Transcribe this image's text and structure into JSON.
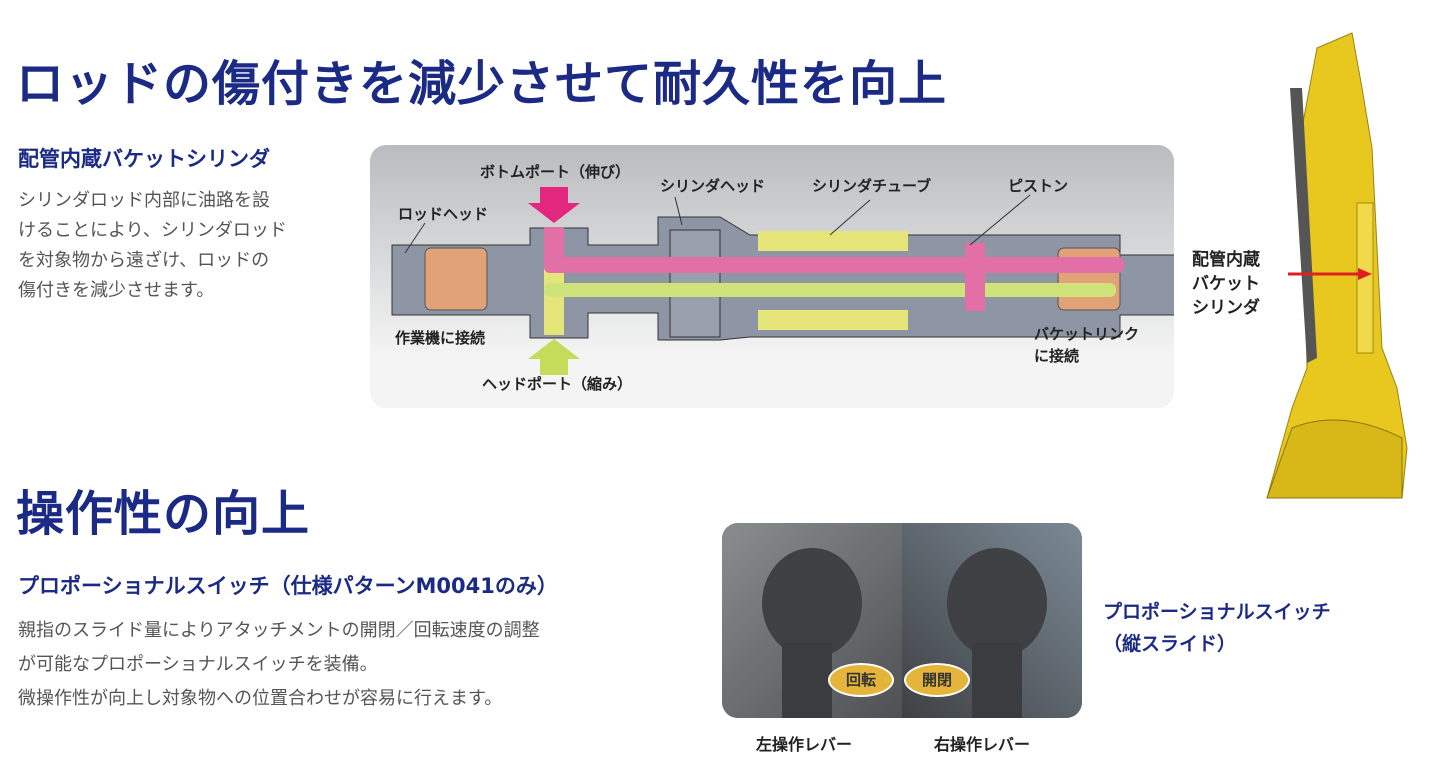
{
  "section1": {
    "title": "ロッドの傷付きを減少させて耐久性を向上",
    "subtitle": "配管内蔵バケットシリンダ",
    "body_lines": [
      "シリンダロッド内部に油路を設",
      "けることにより、シリンダロッド",
      "を対象物から遠ざけ、ロッドの",
      "傷付きを減少させます。"
    ],
    "diagram_labels": {
      "bottom_port": "ボトムポート（伸び）",
      "rod_head": "ロッドヘッド",
      "cylinder_head": "シリンダヘッド",
      "cylinder_tube": "シリンダチューブ",
      "piston": "ピストン",
      "work_machine": "作業機に接続",
      "head_port": "ヘッドポート（縮み）",
      "bucket_link_1": "バケットリンク",
      "bucket_link_2": "に接続"
    },
    "excavator_label": [
      "配管内蔵",
      "バケット",
      "シリンダ"
    ]
  },
  "section2": {
    "title": "操作性の向上",
    "subtitle": "プロポーショナルスイッチ（仕様パターンM0041のみ）",
    "body_lines": [
      "親指のスライド量によりアタッチメントの開閉／回転速度の調整",
      "が可能なプロポーショナルスイッチを装備。",
      "微操作性が向上し対象物への位置合わせが容易に行えます。"
    ],
    "bubble_left": "回転",
    "bubble_right": "開閉",
    "caption_left": "左操作レバー",
    "caption_right": "右操作レバー",
    "side_label": [
      "プロポーショナルスイッチ",
      "（縦スライド）"
    ]
  }
}
